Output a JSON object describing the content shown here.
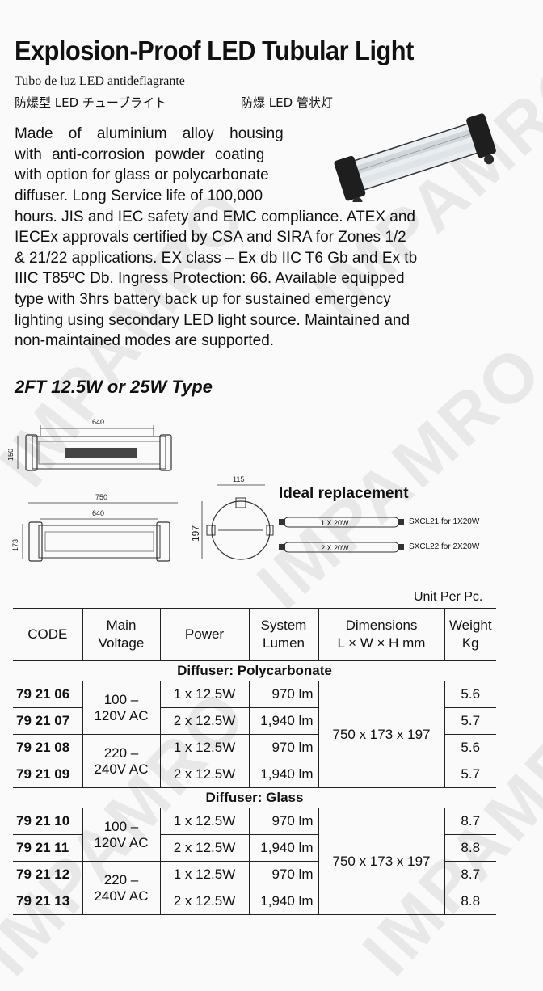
{
  "product": {
    "title": "Explosion-Proof LED Tubular Light",
    "subtitle_es": "Tubo de luz LED antideflagrante",
    "subtitle_ja": "防爆型 LED チューブライト",
    "subtitle_zh": "防爆 LED 管状灯"
  },
  "description_lines": [
    "Made of aluminium alloy housing",
    "with anti-corrosion powder coating",
    "with option for glass or polycarbonate",
    "diffuser. Long Service life of 100,000",
    "hours. JIS and IEC safety and EMC compliance. ATEX and",
    "IECEx approvals certified by CSA and SIRA for Zones 1/2",
    "& 21/22 applications. EX class – Ex db IIC T6 Gb and Ex tb",
    "IIIC T85ºC Db. Ingress Protection: 66. Available equipped",
    "type with 3hrs battery back up for sustained emergency",
    "lighting using secondary LED light source. Maintained and",
    "non-maintained modes are supported."
  ],
  "section_heading": "2FT 12.5W or 25W Type",
  "drawing": {
    "dim_640_top": "640",
    "dim_150": "150",
    "dim_750": "750",
    "dim_640_bottom": "640",
    "dim_173": "173",
    "dim_115": "115",
    "dim_197": "197"
  },
  "ideal_replacement": {
    "heading": "Ideal replacement",
    "items": [
      {
        "tube_label": "1 X 20W",
        "text": "SXCL21 for 1X20W"
      },
      {
        "tube_label": "2 X 20W",
        "text": "SXCL22 for 2X20W"
      }
    ]
  },
  "table": {
    "unit": "Unit Per Pc.",
    "headers": {
      "code": "CODE",
      "voltage_1": "Main",
      "voltage_2": "Voltage",
      "power": "Power",
      "lumen_1": "System",
      "lumen_2": "Lumen",
      "dims_1": "Dimensions",
      "dims_2": "L × W × H mm",
      "weight_1": "Weight",
      "weight_2": "Kg"
    },
    "groups": [
      {
        "name": "Diffuser: Polycarbonate",
        "dimensions": "750 x 173 x 197",
        "voltages": [
          {
            "line1": "100 –",
            "line2": "120V AC"
          },
          {
            "line1": "220 –",
            "line2": "240V AC"
          }
        ],
        "rows": [
          {
            "code": "79 21 06",
            "power": "1 x 12.5W",
            "lumen": "970 lm",
            "weight": "5.6"
          },
          {
            "code": "79 21 07",
            "power": "2 x 12.5W",
            "lumen": "1,940 lm",
            "weight": "5.7"
          },
          {
            "code": "79 21 08",
            "power": "1 x 12.5W",
            "lumen": "970 lm",
            "weight": "5.6"
          },
          {
            "code": "79 21 09",
            "power": "2 x 12.5W",
            "lumen": "1,940 lm",
            "weight": "5.7"
          }
        ]
      },
      {
        "name": "Diffuser: Glass",
        "dimensions": "750 x 173 x 197",
        "voltages": [
          {
            "line1": "100 –",
            "line2": "120V AC"
          },
          {
            "line1": "220 –",
            "line2": "240V AC"
          }
        ],
        "rows": [
          {
            "code": "79 21 10",
            "power": "1 x 12.5W",
            "lumen": "970 lm",
            "weight": "8.7"
          },
          {
            "code": "79 21 11",
            "power": "2 x 12.5W",
            "lumen": "1,940 lm",
            "weight": "8.8"
          },
          {
            "code": "79 21 12",
            "power": "1 x 12.5W",
            "lumen": "970 lm",
            "weight": "8.7"
          },
          {
            "code": "79 21 13",
            "power": "2 x 12.5W",
            "lumen": "1,940 lm",
            "weight": "8.8"
          }
        ]
      }
    ]
  },
  "watermark": "IMPAMRO"
}
